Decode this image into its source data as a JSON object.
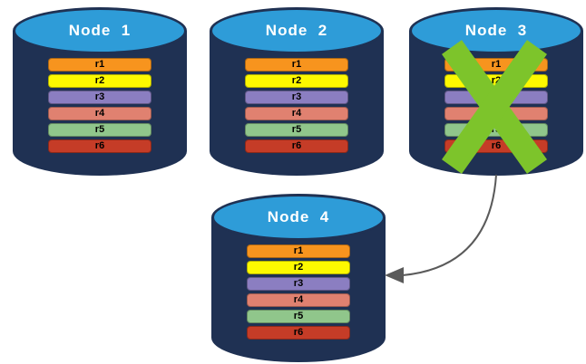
{
  "diagram": {
    "description": "Database replication diagram: four database nodes each holding rows r1-r6; Node 3 is failed (crossed out) and its data is re-replicated to Node 4 via an arrow.",
    "nodes": [
      {
        "id": "node-1",
        "label": "Node  1",
        "failed": false
      },
      {
        "id": "node-2",
        "label": "Node  2",
        "failed": false
      },
      {
        "id": "node-3",
        "label": "Node  3",
        "failed": true
      },
      {
        "id": "node-4",
        "label": "Node  4",
        "failed": false
      }
    ],
    "rows": [
      {
        "label": "r1",
        "color": "#F7941E"
      },
      {
        "label": "r2",
        "color": "#FDF900"
      },
      {
        "label": "r3",
        "color": "#8B7EC1"
      },
      {
        "label": "r4",
        "color": "#E08170"
      },
      {
        "label": "r5",
        "color": "#90C68B"
      },
      {
        "label": "r6",
        "color": "#C53C27"
      }
    ],
    "colors": {
      "cylinder_body": "#1F3153",
      "cylinder_top": "#2E9CD8",
      "failure_x": "#7DC42B",
      "arrow": "#5A5A5A",
      "node_label_text": "#FFFFFF",
      "row_text": "#000000"
    },
    "arrow": {
      "from": "node-3",
      "to": "node-4"
    }
  }
}
